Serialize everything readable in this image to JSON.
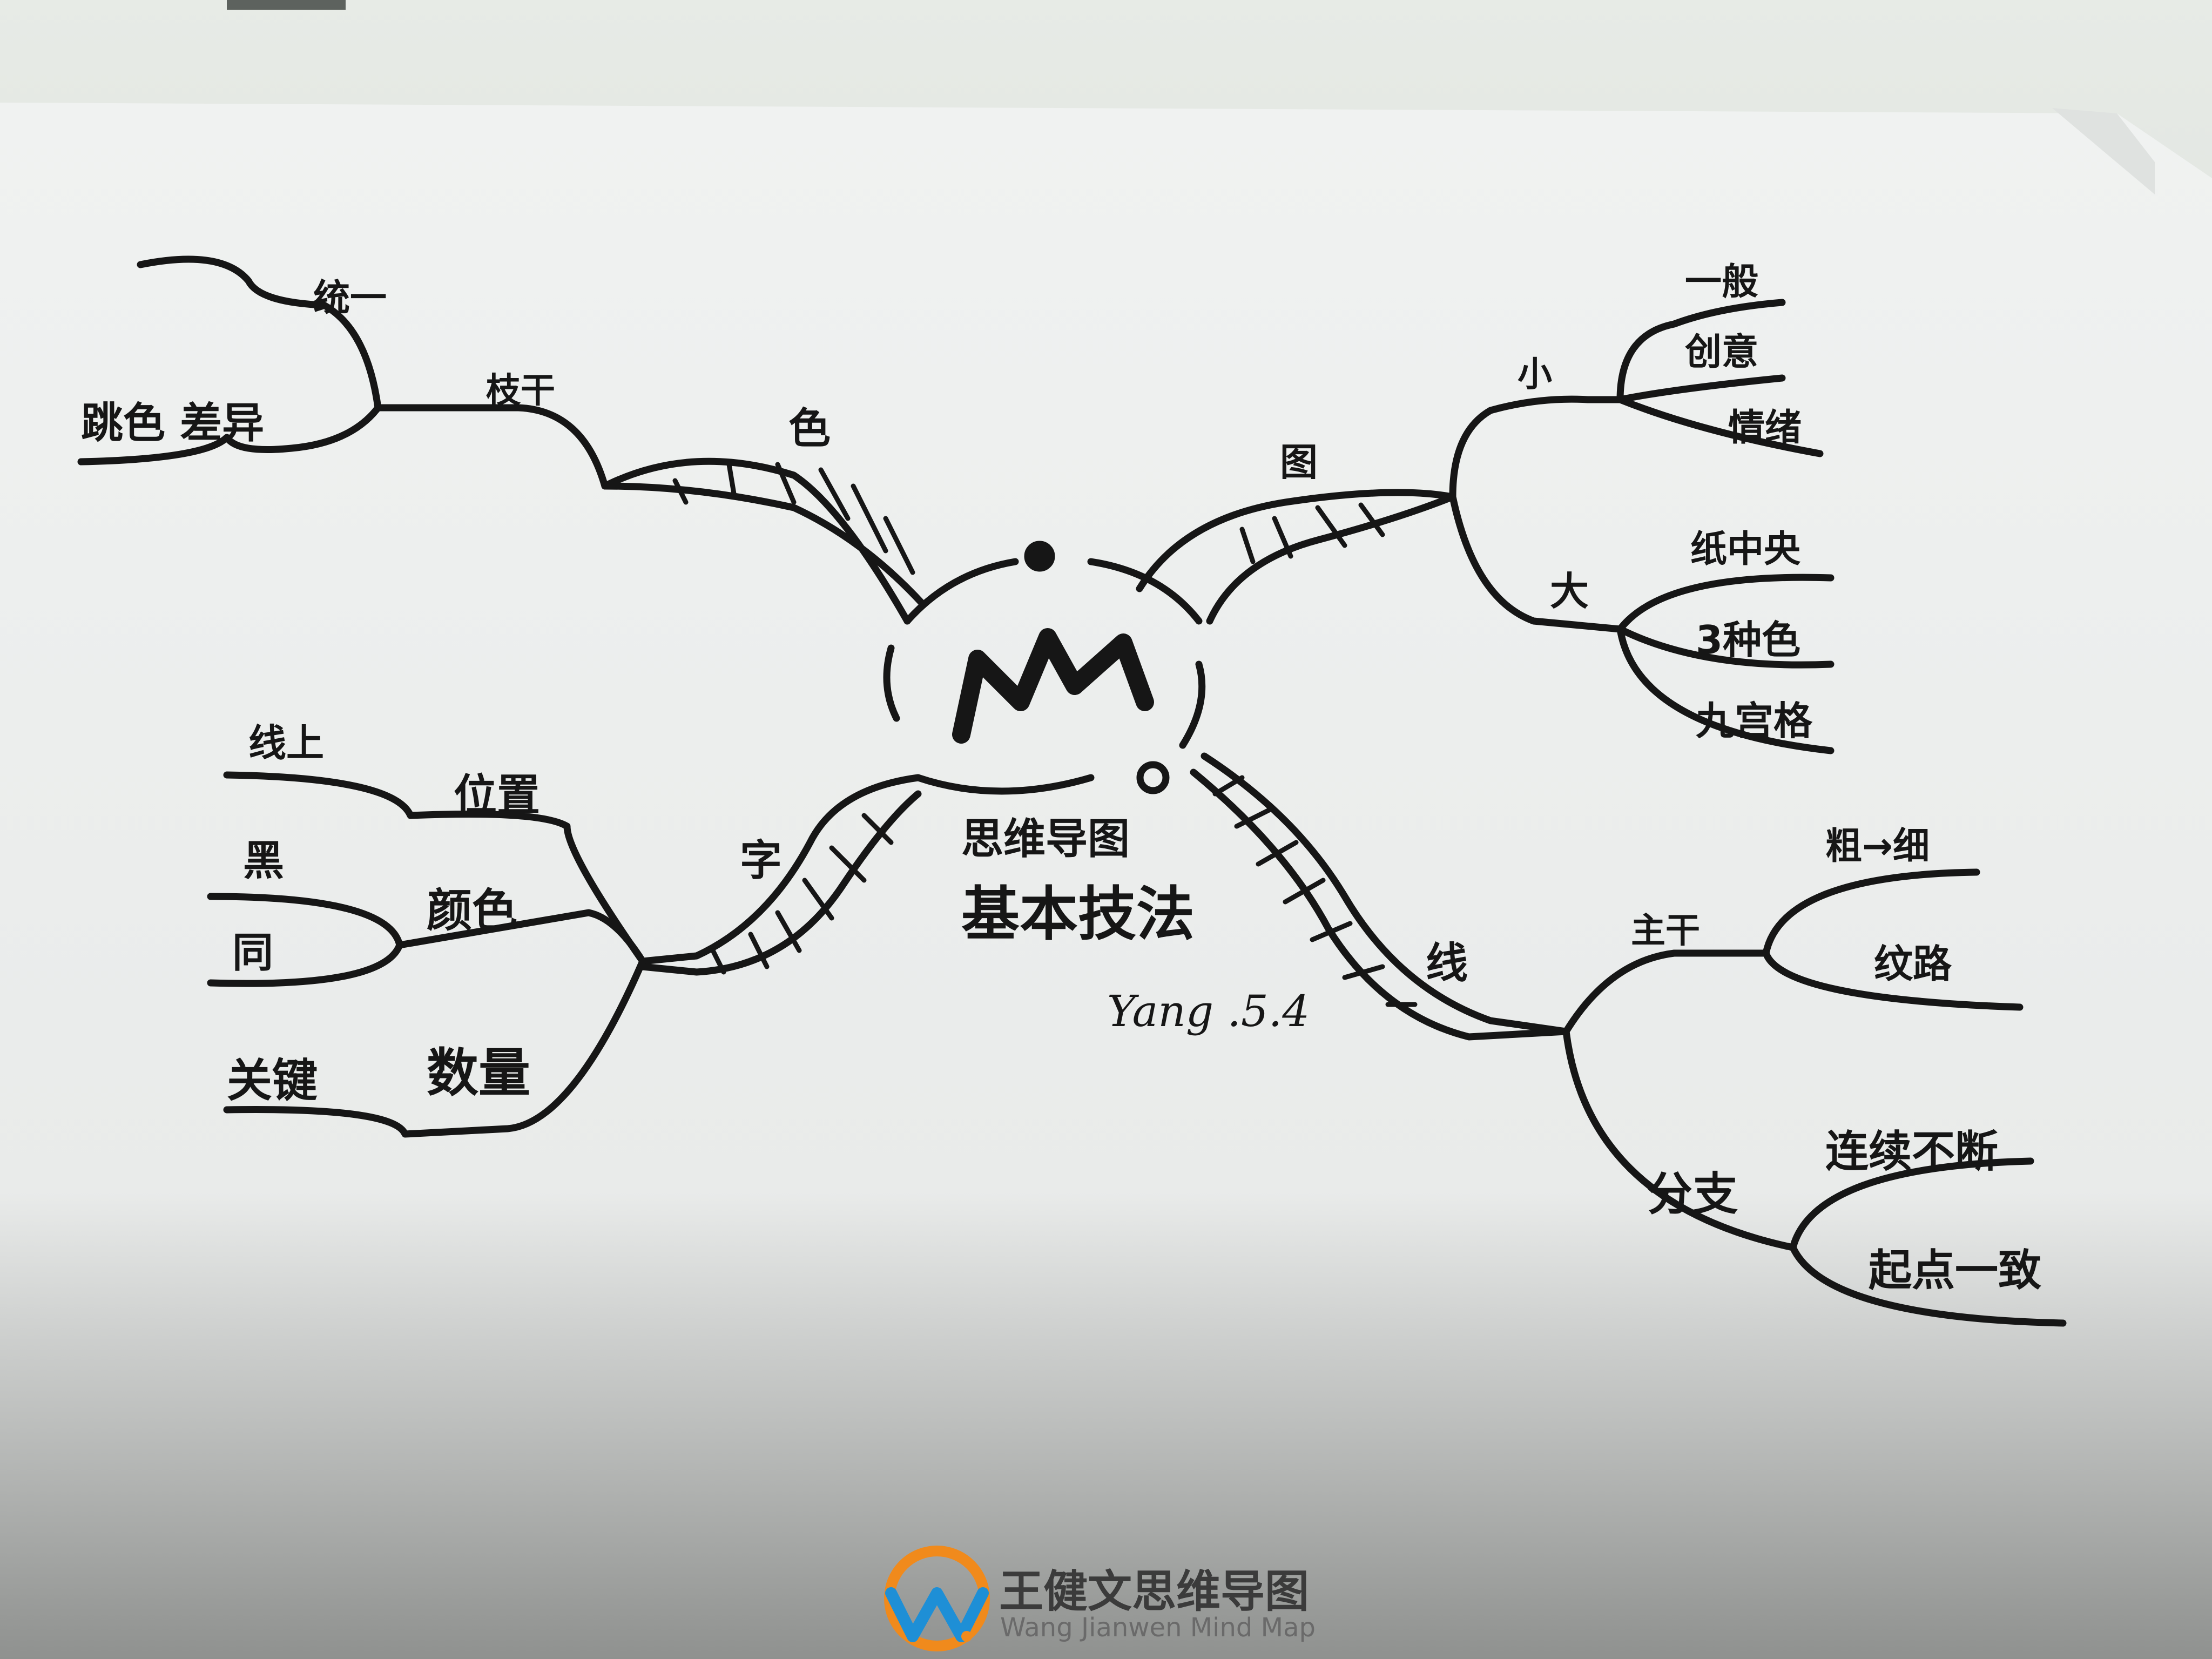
{
  "center": {
    "title_line1": "思维导图",
    "title_line2": "基本技法",
    "signature": "Yang .5.4"
  },
  "branches": {
    "color": {
      "label": "色",
      "sub": {
        "label": "枝干",
        "children": [
          "统一",
          "跳色 差异"
        ]
      }
    },
    "image": {
      "label": "图",
      "small": {
        "label": "小",
        "children": [
          "一般",
          "创意",
          "情绪"
        ]
      },
      "large": {
        "label": "大",
        "children": [
          "纸中央",
          "3种色",
          "九宫格"
        ]
      }
    },
    "text": {
      "label": "字",
      "position": {
        "label": "位置",
        "children": [
          "线上"
        ]
      },
      "color": {
        "label": "颜色",
        "children": [
          "黑",
          "同"
        ]
      },
      "count": {
        "label": "数量",
        "children": [
          "关键"
        ]
      }
    },
    "line": {
      "label": "线",
      "trunk": {
        "label": "主干",
        "children": [
          "粗→细",
          "纹路"
        ]
      },
      "branch": {
        "label": "分支",
        "children": [
          "连续不断",
          "起点一致"
        ]
      }
    }
  },
  "watermark": {
    "cn": "王健文思维导图",
    "en": "Wang Jianwen Mind Map"
  },
  "colors": {
    "ink": "#161616",
    "paper": "#eceeec",
    "logo_orange": "#f08a1c",
    "logo_blue": "#1e8fd6"
  }
}
